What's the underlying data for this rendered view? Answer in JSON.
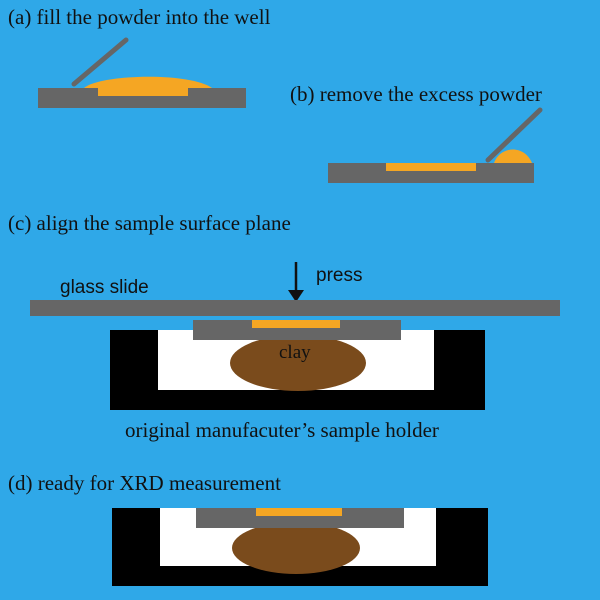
{
  "steps": {
    "a": {
      "caption": "(a) fill the powder into the well"
    },
    "b": {
      "caption": "(b) remove the excess powder"
    },
    "c": {
      "caption": "(c) align the sample surface plane",
      "glass_label": "glass slide",
      "press_label": "press",
      "clay_label": "clay",
      "holder_label": "original manufacuter’s sample holder"
    },
    "d": {
      "caption": "(d) ready for XRD measurement"
    }
  },
  "colors": {
    "background": "#2fa8e8",
    "plate": "#666666",
    "powder": "#f5a623",
    "holder": "#000000",
    "cavity": "#ffffff",
    "clay": "#7a4b1c"
  },
  "icons": {
    "press": "arrow-down-icon"
  }
}
